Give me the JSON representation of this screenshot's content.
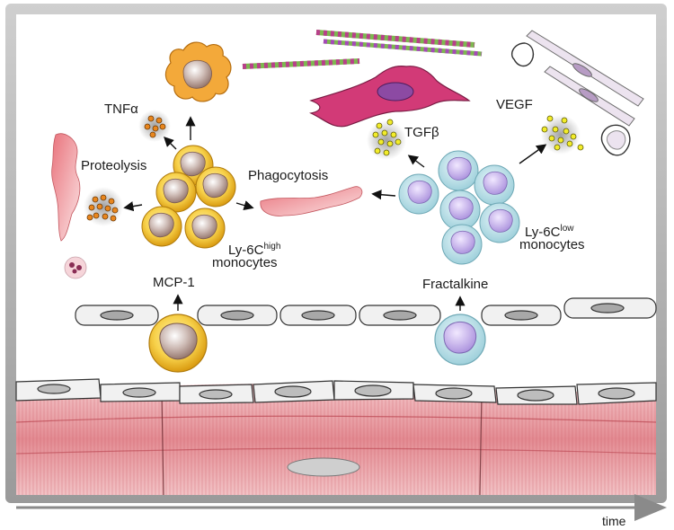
{
  "labels": {
    "tnfa": "TNFα",
    "proteolysis": "Proteolysis",
    "phagocytosis": "Phagocytosis",
    "tgfb": "TGFβ",
    "vegf": "VEGF",
    "ly6c_prefix": "Ly-6C",
    "ly6c_high_sup": "high",
    "ly6c_low_sup": "low",
    "monocytes": "monocytes",
    "mcp1": "MCP-1",
    "fractalkine": "Fractalkine",
    "time": "time"
  },
  "colors": {
    "ly6c_high_cell": "#f5c018",
    "ly6c_low_cell": "#b8e2ea",
    "tnfa_dots": "#e8861e",
    "tgfb_vegf_dots": "#f2ec2a",
    "fibroblast": "#d23a77",
    "muscle": "#e6a0a6",
    "endothelium": "#f1f1f1"
  },
  "icons": [
    "ly6c-high-monocyte-icon",
    "ly6c-low-monocyte-icon",
    "macrophage-icon",
    "fibroblast-icon",
    "collagen-fiber-icon",
    "endothelial-cell-icon",
    "blood-vessel-icon",
    "cell-debris-icon",
    "neutrophil-icon",
    "arrow-icon"
  ]
}
